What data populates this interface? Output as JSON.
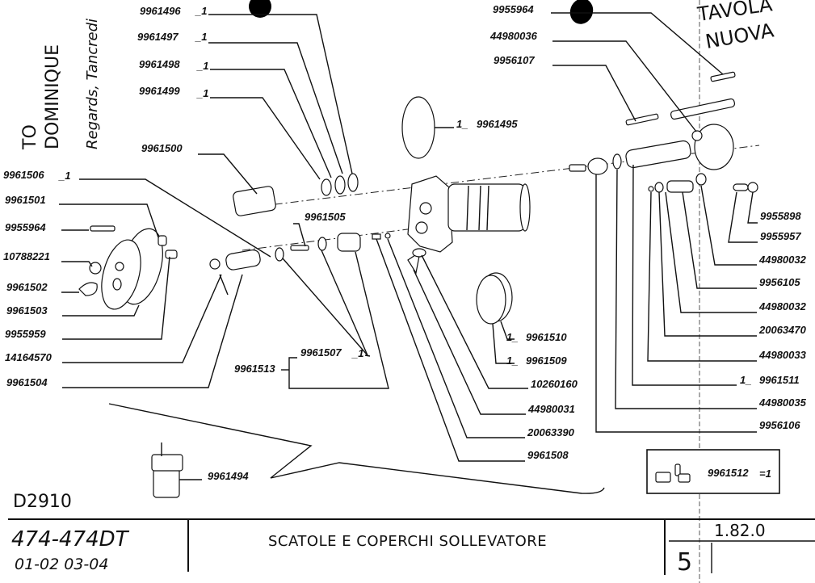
{
  "drawing": {
    "title": "SCATOLE E COPERCHI SOLLEVATORE",
    "drawing_code": "D2910",
    "model": "474-474DT",
    "dates": "01-02 03-04",
    "page_ref": "1.82.0",
    "sheet_number": "5",
    "handwritten_notes": {
      "to": "TO",
      "name": "DOMINIQUE",
      "sign": "Regards, Tancredi",
      "new_table_1": "TAVOLA",
      "new_table_2": "NUOVA"
    }
  },
  "labels": {
    "p9961496": "9961496",
    "q9961496": "_1",
    "p9961497": "9961497",
    "q9961497": "_1",
    "p9961498": "9961498",
    "q9961498": "_1",
    "p9961499": "9961499",
    "q9961499": "_1",
    "p9961500": "9961500",
    "p9961506": "9961506",
    "q9961506": "_1",
    "p9961501": "9961501",
    "p9955964_left": "9955964",
    "p10788221": "10788221",
    "p9961502": "9961502",
    "p9961503": "9961503",
    "p9955959": "9955959",
    "p14164570": "14164570",
    "p9961504": "9961504",
    "p9961505": "9961505",
    "p9961507": "9961507",
    "q9961507": "_1",
    "p9961513": "9961513",
    "p9961495": "9961495",
    "q9961495": "1_",
    "p9961510": "9961510",
    "q9961510": "1_",
    "p9961509": "9961509",
    "q9961509": "1_",
    "p10260160": "10260160",
    "p44980031": "44980031",
    "p20063390": "20063390",
    "p9961508": "9961508",
    "p9961494": "9961494",
    "p9955964_right": "9955964",
    "p44980036": "44980036",
    "p9956107": "9956107",
    "p9955898": "9955898",
    "p9955957": "9955957",
    "p44980032_a": "44980032",
    "p9956105": "9956105",
    "p44980032_b": "44980032",
    "p20063470": "20063470",
    "p44980033": "44980033",
    "p9961511": "9961511",
    "q9961511": "1_",
    "p44980035": "44980035",
    "p9956106": "9956106",
    "kit_part": "9961512",
    "kit_qty": "=1"
  }
}
